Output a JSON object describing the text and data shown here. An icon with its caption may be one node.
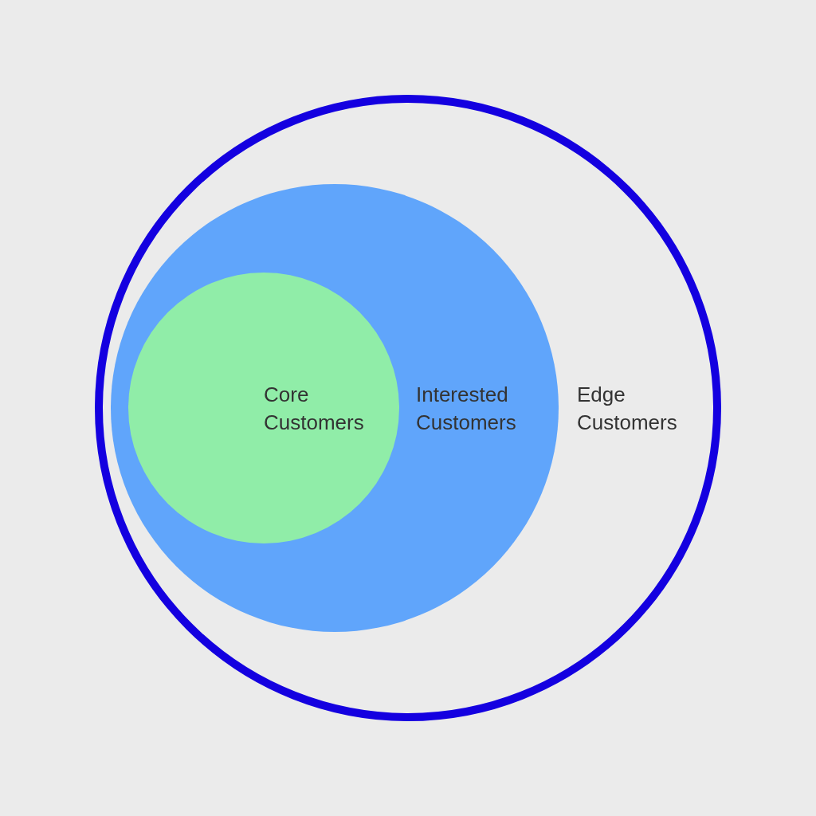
{
  "diagram": {
    "nodes": [
      {
        "text": [
          "Edge Customers"
        ]
      },
      {
        "text": [
          "Interested Customers"
        ],
        "in": 0
      },
      {
        "text": [
          "Core Customers"
        ],
        "in": 1
      }
    ]
  }
}
